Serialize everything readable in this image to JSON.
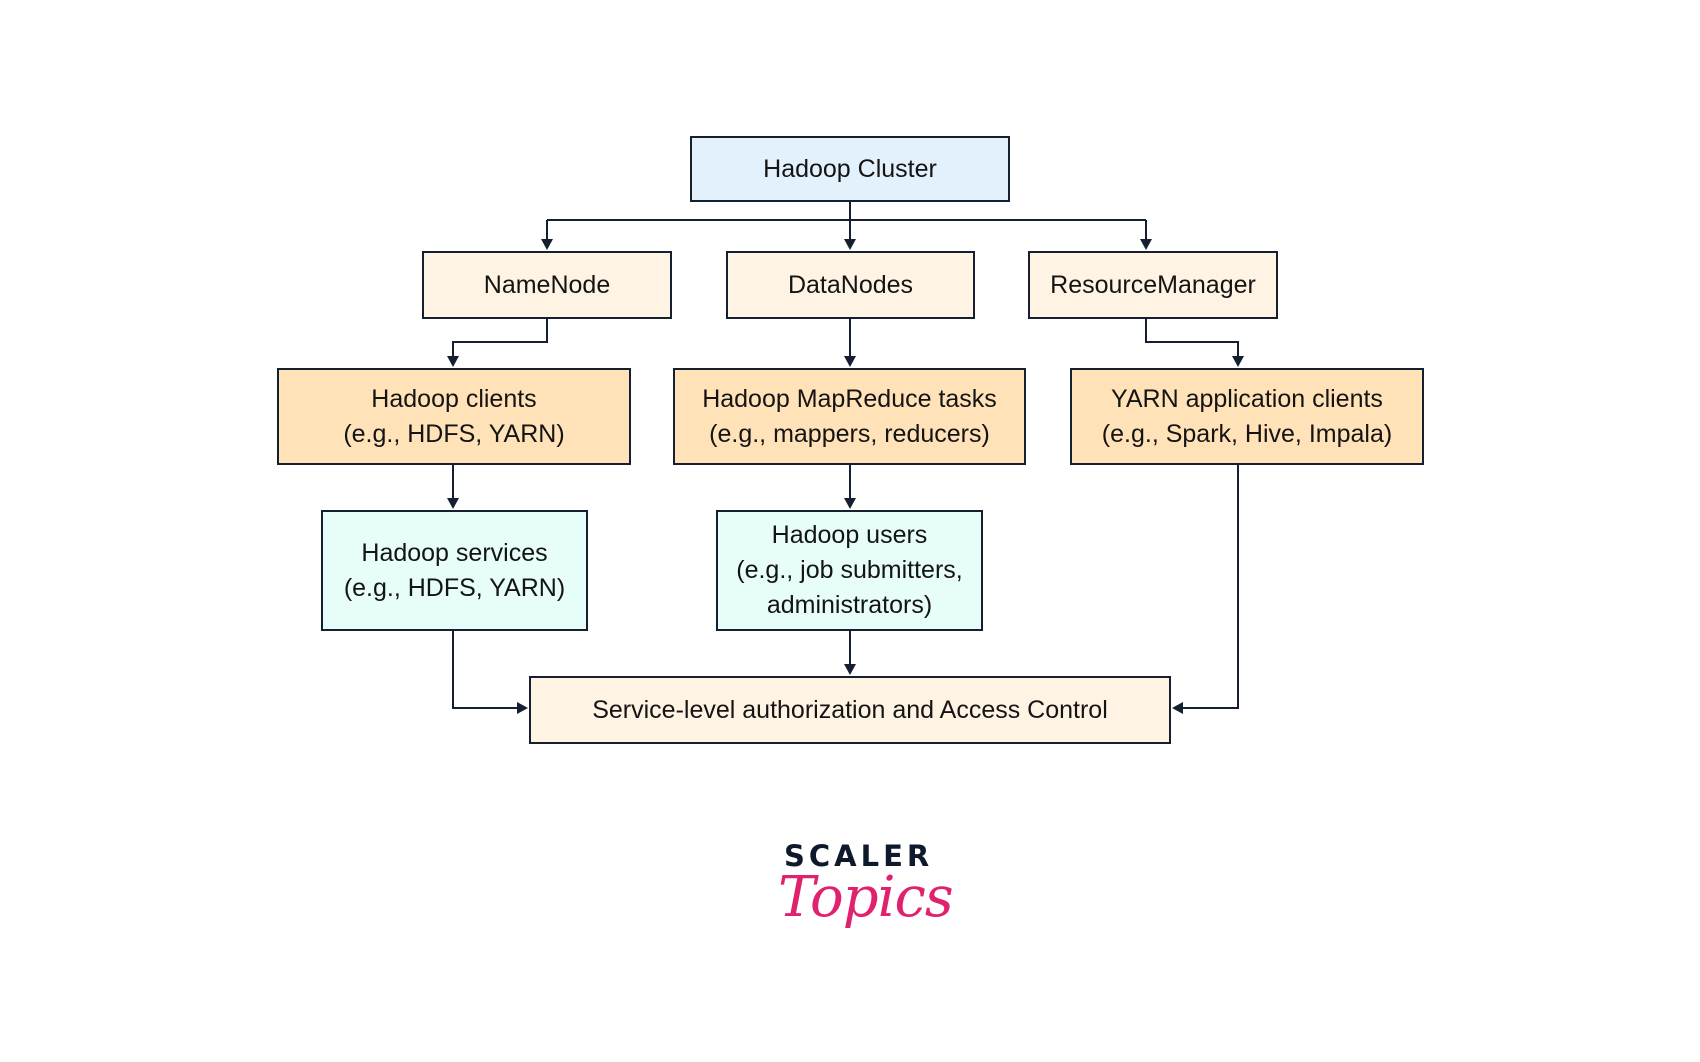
{
  "diagram": {
    "nodes": {
      "hadoop_cluster": "Hadoop Cluster",
      "namenode": "NameNode",
      "datanodes": "DataNodes",
      "resource_manager": "ResourceManager",
      "hadoop_clients": "Hadoop clients\n(e.g., HDFS, YARN)",
      "mapreduce_tasks": "Hadoop MapReduce tasks\n(e.g., mappers, reducers)",
      "yarn_app_clients": "YARN application clients\n(e.g., Spark, Hive, Impala)",
      "hadoop_services": "Hadoop services\n(e.g., HDFS, YARN)",
      "hadoop_users": "Hadoop users\n(e.g., job submitters,\nadministrators)",
      "access_control": "Service-level authorization and Access Control"
    },
    "edges": [
      {
        "from": "hadoop_cluster",
        "to": "namenode"
      },
      {
        "from": "hadoop_cluster",
        "to": "datanodes"
      },
      {
        "from": "hadoop_cluster",
        "to": "resource_manager"
      },
      {
        "from": "namenode",
        "to": "hadoop_clients"
      },
      {
        "from": "datanodes",
        "to": "mapreduce_tasks"
      },
      {
        "from": "resource_manager",
        "to": "yarn_app_clients"
      },
      {
        "from": "hadoop_clients",
        "to": "hadoop_services"
      },
      {
        "from": "mapreduce_tasks",
        "to": "hadoop_users"
      },
      {
        "from": "hadoop_services",
        "to": "access_control"
      },
      {
        "from": "hadoop_users",
        "to": "access_control"
      },
      {
        "from": "yarn_app_clients",
        "to": "access_control"
      }
    ],
    "colors": {
      "root": "#e3f1fc",
      "level1": "#fff3e4",
      "level2": "#ffe2b8",
      "level3": "#e6fdf9",
      "bottom": "#fff3e4",
      "stroke": "#14202f"
    }
  },
  "logo": {
    "brand": "SCALER",
    "sub": "Topics",
    "brand_color": "#0e1a2b",
    "sub_color": "#e0226e"
  }
}
